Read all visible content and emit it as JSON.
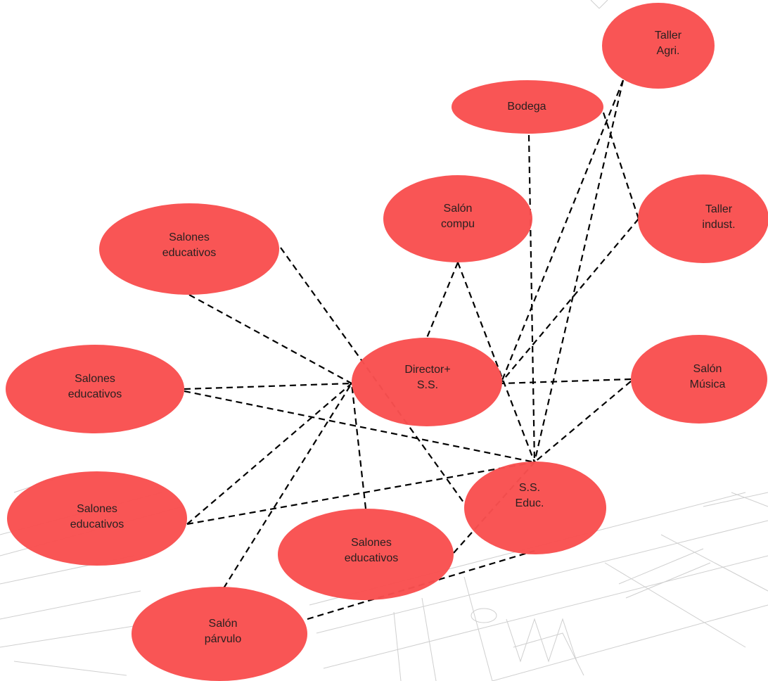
{
  "colors": {
    "node_fill": "#f94f4f",
    "edge": "#000000",
    "background": "#ffffff"
  },
  "nodes": {
    "taller_agri": {
      "label": "Taller\nAgri."
    },
    "bodega": {
      "label": "Bodega"
    },
    "salon_compu": {
      "label": "Salón\ncompu"
    },
    "taller_indust": {
      "label": "Taller\nindust."
    },
    "salones_educativos_1": {
      "label": "Salones\neducativos"
    },
    "salones_educativos_2": {
      "label": "Salones\neducativos"
    },
    "director_ss": {
      "label": "Director+\nS.S."
    },
    "salon_musica": {
      "label": "Salón\nMúsica"
    },
    "salones_educativos_3": {
      "label": "Salones\neducativos"
    },
    "ss_educ": {
      "label": "S.S.\nEduc."
    },
    "salones_educativos_4": {
      "label": "Salones\neducativos"
    },
    "salon_parvulo": {
      "label": "Salón\npárvulo"
    }
  },
  "edges": [
    {
      "from": "salones_educativos_1",
      "to": "director_ss"
    },
    {
      "from": "salones_educativos_1",
      "to": "ss_educ"
    },
    {
      "from": "salones_educativos_2",
      "to": "director_ss"
    },
    {
      "from": "salones_educativos_2",
      "to": "ss_educ"
    },
    {
      "from": "salones_educativos_3",
      "to": "director_ss"
    },
    {
      "from": "salones_educativos_3",
      "to": "ss_educ"
    },
    {
      "from": "salones_educativos_4",
      "to": "director_ss"
    },
    {
      "from": "salones_educativos_4",
      "to": "ss_educ"
    },
    {
      "from": "salon_parvulo",
      "to": "director_ss"
    },
    {
      "from": "salon_parvulo",
      "to": "ss_educ"
    },
    {
      "from": "salon_compu",
      "to": "director_ss"
    },
    {
      "from": "salon_compu",
      "to": "ss_educ"
    },
    {
      "from": "bodega",
      "to": "ss_educ"
    },
    {
      "from": "taller_agri",
      "to": "director_ss"
    },
    {
      "from": "taller_agri",
      "to": "ss_educ"
    },
    {
      "from": "taller_indust",
      "to": "director_ss"
    },
    {
      "from": "taller_indust",
      "to": "taller_agri"
    },
    {
      "from": "salon_musica",
      "to": "director_ss"
    },
    {
      "from": "salon_musica",
      "to": "ss_educ"
    }
  ]
}
